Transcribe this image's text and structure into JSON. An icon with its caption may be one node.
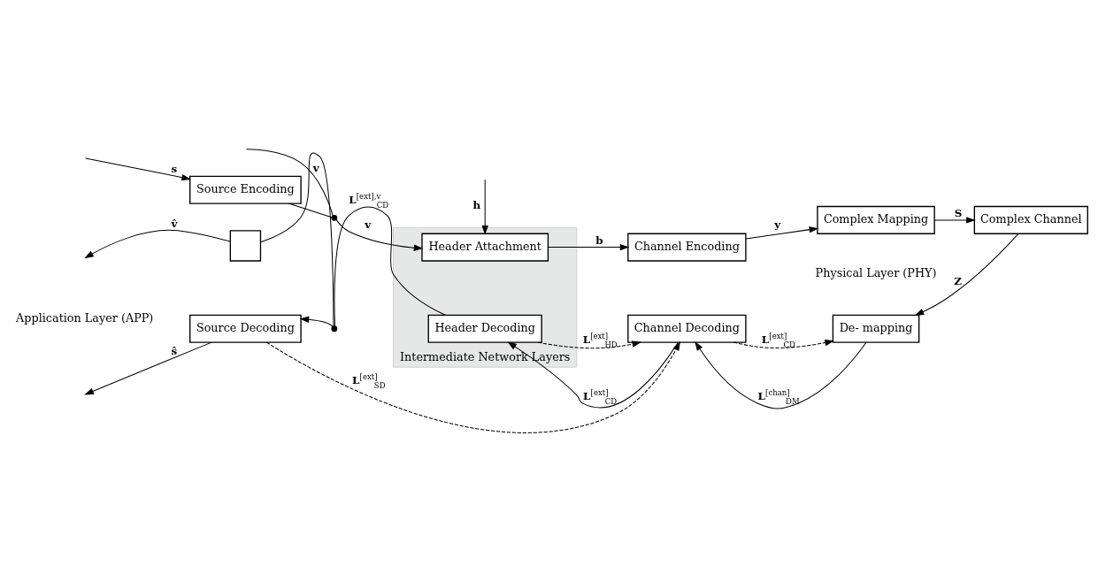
{
  "diagram": {
    "nodes": [
      {
        "text": [
          "Intermediate Network Layers"
        ]
      },
      {
        "text": [
          "Source Encoding"
        ]
      },
      {
        "text": [
          "Header Attachment"
        ],
        "in": 0
      },
      {
        "text": [
          "Channel Encoding"
        ]
      },
      {
        "text": [
          "Complex Mapping"
        ]
      },
      {
        "text": [
          "Complex Channel"
        ]
      },
      {
        "text": [],
        "shape": "switch"
      },
      {
        "text": [
          "Source Decoding"
        ]
      },
      {
        "text": [
          "Header Decoding"
        ],
        "in": 0
      },
      {
        "text": [
          "Channel Decoding"
        ]
      },
      {
        "text": [
          "De- mapping"
        ]
      },
      {
        "text": [],
        "shape": "switch"
      },
      {
        "text": [],
        "shape": "box"
      }
    ],
    "edges": [
      {
        "from": null,
        "to": 1,
        "arrow": "to",
        "label": "s"
      },
      {
        "from": 1,
        "to": 6,
        "arrow": "none"
      },
      {
        "from": null,
        "to": 6,
        "arrow": "none",
        "label": "v"
      },
      {
        "from": 6,
        "to": 2,
        "arrow": "to",
        "label": "v"
      },
      {
        "from": null,
        "to": 2,
        "arrow": "to",
        "label": "h"
      },
      {
        "from": 2,
        "to": 3,
        "arrow": "to",
        "label": "b"
      },
      {
        "from": 3,
        "to": 4,
        "arrow": "to",
        "label": "y"
      },
      {
        "from": 4,
        "to": 5,
        "arrow": "to",
        "label": "S"
      },
      {
        "from": 5,
        "to": 10,
        "arrow": "to",
        "label": "Z"
      },
      {
        "from": 10,
        "to": 9,
        "arrow": "to",
        "label": "L$^{[chan]}$$_{DM}$"
      },
      {
        "from": 9,
        "to": 8,
        "arrow": "to",
        "label": "L$^{[ext]}$$_{CD}$"
      },
      {
        "from": 8,
        "to": 11,
        "arrow": "none",
        "label": "L$^{[ext],v}$$_{CD}$"
      },
      {
        "from": 11,
        "to": 7,
        "arrow": "to"
      },
      {
        "from": 11,
        "to": 12,
        "arrow": "none"
      },
      {
        "from": 12,
        "to": null,
        "arrow": "to",
        "label": "v̂"
      },
      {
        "from": 7,
        "to": null,
        "arrow": "to",
        "label": "ŝ"
      },
      {
        "from": 7,
        "to": 9,
        "arrow": "to",
        "style": "dashed",
        "label": "L$^{[ext]}$$_{SD}$"
      },
      {
        "from": 8,
        "to": 9,
        "arrow": "to",
        "style": "dashed",
        "label": "L$^{[ext]}$$_{HD}$"
      },
      {
        "from": 9,
        "to": 10,
        "arrow": "to",
        "style": "dashed",
        "label": "L$^{[ext]}$$_{CD}$"
      }
    ],
    "labels": [
      "Application Layer (APP)",
      "Physical Layer (PHY)"
    ]
  }
}
